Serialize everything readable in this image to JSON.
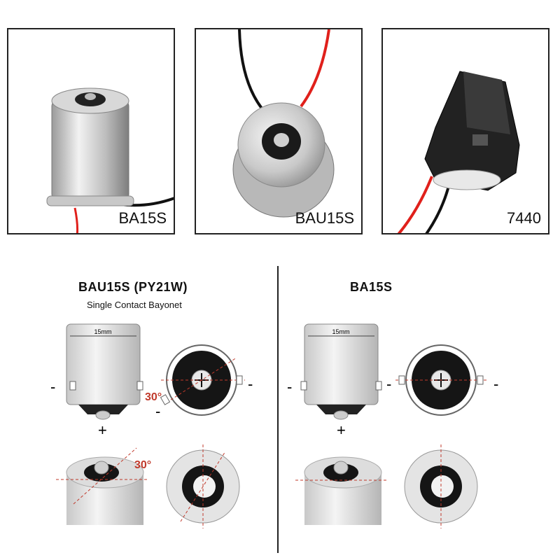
{
  "panels": [
    {
      "label": "BA15S"
    },
    {
      "label": "BAU15S"
    },
    {
      "label": "7440"
    }
  ],
  "left_section": {
    "title": "BAU15S (PY21W)",
    "subtitle": "Single Contact Bayonet",
    "dimension": "15mm",
    "angle_a": "30°",
    "angle_b": "30°",
    "minus": "-",
    "plus": "+"
  },
  "right_section": {
    "title": "BA15S",
    "dimension": "15mm",
    "minus": "-",
    "plus": "+"
  },
  "colors": {
    "wire_red": "#e0201b",
    "wire_black": "#111111",
    "dash_red": "#c0392b",
    "metal": "#d4d4d4"
  }
}
